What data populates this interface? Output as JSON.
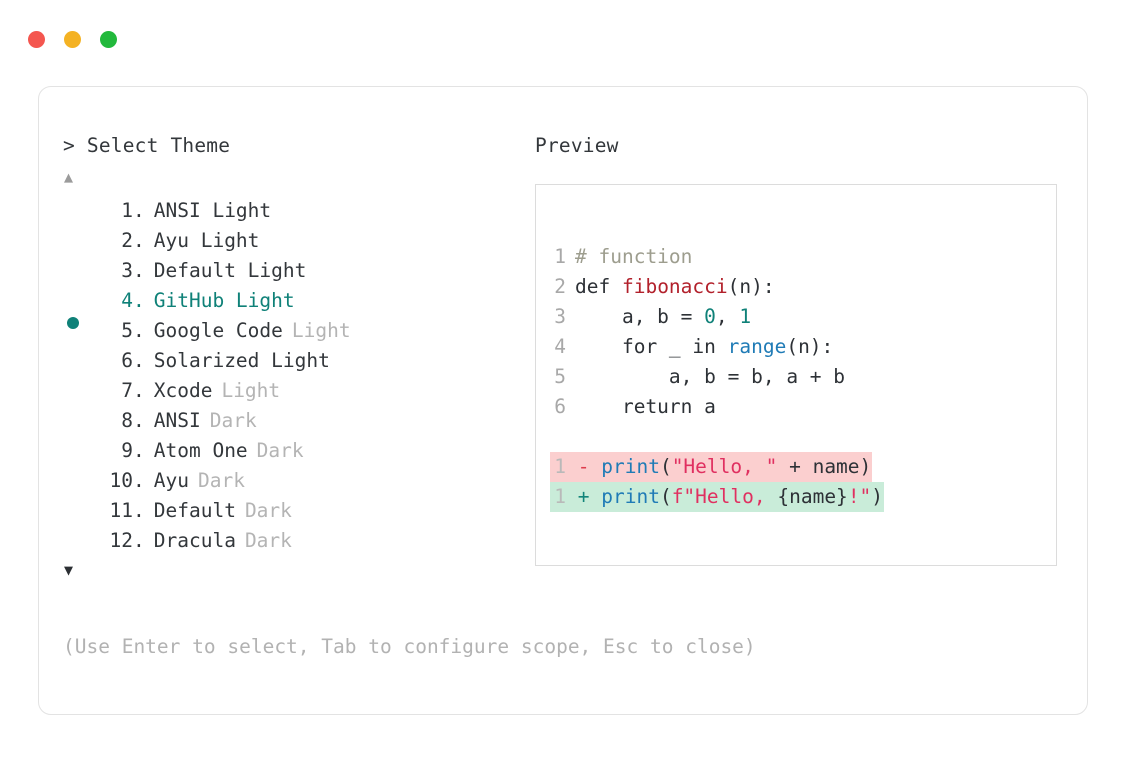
{
  "window": {
    "dots": [
      {
        "name": "close",
        "color": "#f4564f"
      },
      {
        "name": "minimize",
        "color": "#f4b223"
      },
      {
        "name": "maximize",
        "color": "#22b93c"
      }
    ]
  },
  "left_panel": {
    "title": "> Select Theme",
    "scroll_up_arrow": "▲",
    "scroll_down_arrow": "▼",
    "selected_index": 4,
    "selected_bullet": "●",
    "accent_color": "#0f8178",
    "items": [
      {
        "num": "1",
        "dot": ".",
        "name": "ANSI Light",
        "suffix": ""
      },
      {
        "num": "2",
        "dot": ".",
        "name": "Ayu Light",
        "suffix": ""
      },
      {
        "num": "3",
        "dot": ".",
        "name": "Default Light",
        "suffix": ""
      },
      {
        "num": "4",
        "dot": ".",
        "name": "GitHub Light",
        "suffix": ""
      },
      {
        "num": "5",
        "dot": ".",
        "name": "Google Code",
        "suffix": "Light"
      },
      {
        "num": "6",
        "dot": ".",
        "name": "Solarized Light",
        "suffix": ""
      },
      {
        "num": "7",
        "dot": ".",
        "name": "Xcode",
        "suffix": "Light"
      },
      {
        "num": "8",
        "dot": ".",
        "name": "ANSI",
        "suffix": "Dark"
      },
      {
        "num": "9",
        "dot": ".",
        "name": "Atom One",
        "suffix": "Dark"
      },
      {
        "num": "10",
        "dot": ".",
        "name": "Ayu",
        "suffix": "Dark"
      },
      {
        "num": "11",
        "dot": ".",
        "name": "Default",
        "suffix": "Dark"
      },
      {
        "num": "12",
        "dot": ".",
        "name": "Dracula",
        "suffix": "Dark"
      }
    ]
  },
  "footer": {
    "hint": "(Use Enter to select, Tab to configure scope, Esc to close)"
  },
  "preview": {
    "title": "Preview",
    "code_lines": [
      {
        "ln": "1",
        "tokens": [
          {
            "t": "# function",
            "c": "comment"
          }
        ]
      },
      {
        "ln": "2",
        "tokens": [
          {
            "t": "def ",
            "c": "plain"
          },
          {
            "t": "fibonacci",
            "c": "func"
          },
          {
            "t": "(n):",
            "c": "plain"
          }
        ]
      },
      {
        "ln": "3",
        "tokens": [
          {
            "t": "    a, b = ",
            "c": "plain"
          },
          {
            "t": "0",
            "c": "num"
          },
          {
            "t": ", ",
            "c": "plain"
          },
          {
            "t": "1",
            "c": "num"
          }
        ]
      },
      {
        "ln": "4",
        "tokens": [
          {
            "t": "    for _ in ",
            "c": "plain"
          },
          {
            "t": "range",
            "c": "builtin"
          },
          {
            "t": "(n):",
            "c": "plain"
          }
        ]
      },
      {
        "ln": "5",
        "tokens": [
          {
            "t": "        a, b = b, a + b",
            "c": "plain"
          }
        ]
      },
      {
        "ln": "6",
        "tokens": [
          {
            "t": "    return a",
            "c": "plain"
          }
        ]
      }
    ],
    "diff_lines": [
      {
        "ln": "1",
        "kind": "del",
        "sign": "-",
        "tokens": [
          {
            "t": " ",
            "c": "plain"
          },
          {
            "t": "print",
            "c": "builtin"
          },
          {
            "t": "(",
            "c": "op"
          },
          {
            "t": "\"Hello, \"",
            "c": "str"
          },
          {
            "t": " + name)",
            "c": "plain"
          }
        ]
      },
      {
        "ln": "1",
        "kind": "add",
        "sign": "+",
        "tokens": [
          {
            "t": " ",
            "c": "plain"
          },
          {
            "t": "print",
            "c": "builtin"
          },
          {
            "t": "(",
            "c": "op"
          },
          {
            "t": "f\"Hello, ",
            "c": "str"
          },
          {
            "t": "{name}",
            "c": "plain"
          },
          {
            "t": "!\"",
            "c": "str"
          },
          {
            "t": ")",
            "c": "op"
          }
        ]
      }
    ]
  }
}
